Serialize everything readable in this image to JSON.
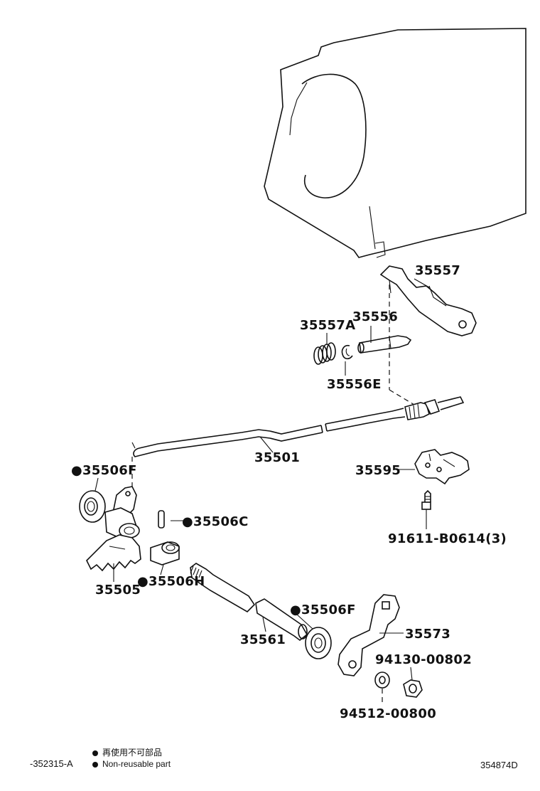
{
  "parts": {
    "p35557": "35557",
    "p35556": "35556",
    "p35557A": "35557A",
    "p35556E": "35556E",
    "p35501": "35501",
    "p35595": "35595",
    "p35506F_top": "●35506F",
    "p35506C": "●35506C",
    "p91611": "91611-B0614(3)",
    "p35505": "35505",
    "p35506H": "●35506H",
    "p35506F_bottom": "●35506F",
    "p35561": "35561",
    "p35573": "35573",
    "p94130": "94130-00802",
    "p94512": "94512-00800"
  },
  "legend": {
    "japanese": "再使用不可部品",
    "english": "Non-reusable part"
  },
  "footer": {
    "left_code": "-352315-A",
    "right_code": "354874D"
  }
}
